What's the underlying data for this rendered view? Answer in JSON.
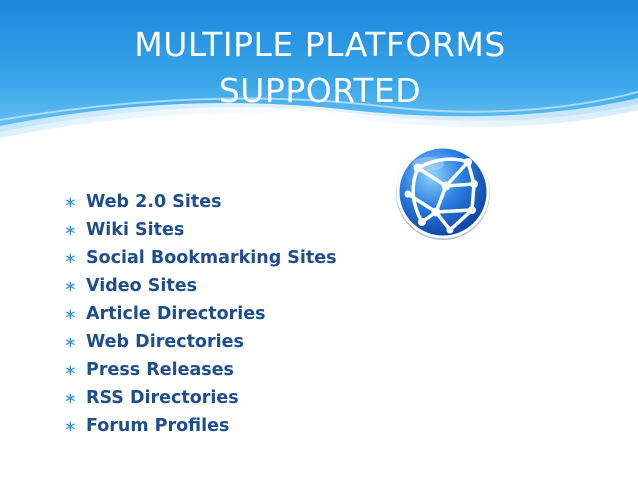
{
  "slide": {
    "title_line1": "MULTIPLE PLATFORMS",
    "title_line2": "SUPPORTED",
    "bullet_glyph": "∗",
    "bullets": [
      "Web 2.0 Sites",
      "Wiki Sites",
      "Social Bookmarking Sites",
      "Video Sites",
      "Article Directories",
      "Web Directories",
      "Press Releases",
      "RSS Directories",
      "Forum Profiles"
    ]
  },
  "icons": {
    "globe": "network-globe-icon"
  },
  "colors": {
    "header_top": "#1f8fe0",
    "header_bottom": "#6cc3f4",
    "title_text": "#ffffff",
    "bullet_text": "#1e4e8c",
    "bullet_glyph": "#2f8fd8",
    "background": "#ffffff"
  }
}
